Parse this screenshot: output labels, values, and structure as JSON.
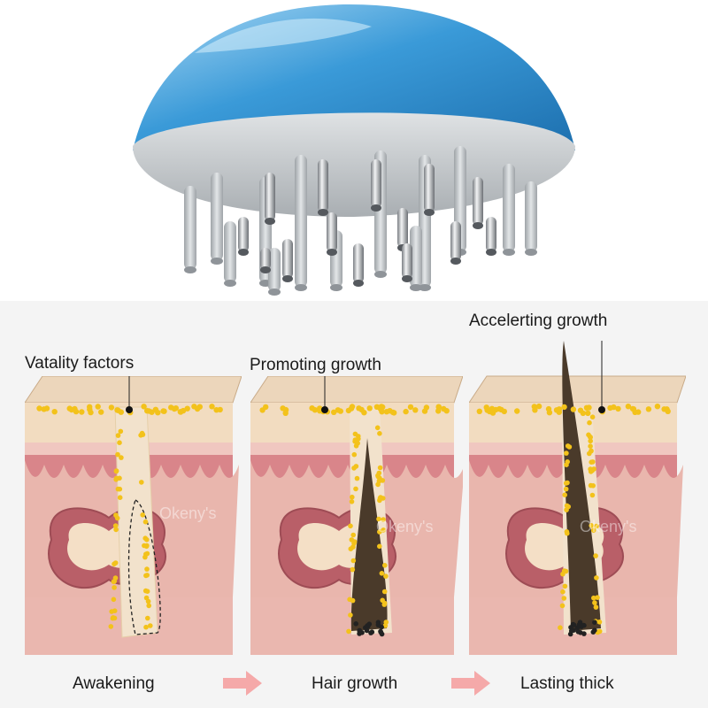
{
  "labels": {
    "vitality": "Vatality factors",
    "promoting": "Promoting growth",
    "accelerating": "Accelerting growth"
  },
  "steps": [
    "Awakening",
    "Hair growth",
    "Lasting thick"
  ],
  "watermark": "Okeny's",
  "colors": {
    "brush_blue": "#2f8fd0",
    "brush_base": "#c9cdd0",
    "skin_top": "#f2dcc0",
    "dermis": "#d9858a",
    "hair": "#4a3a2a",
    "nutrient": "#f3c21b",
    "arrow": "#f5a9a9"
  },
  "icons": [
    "scalp-massager-brush",
    "hair-follicle-diagram",
    "right-arrow-icon"
  ]
}
